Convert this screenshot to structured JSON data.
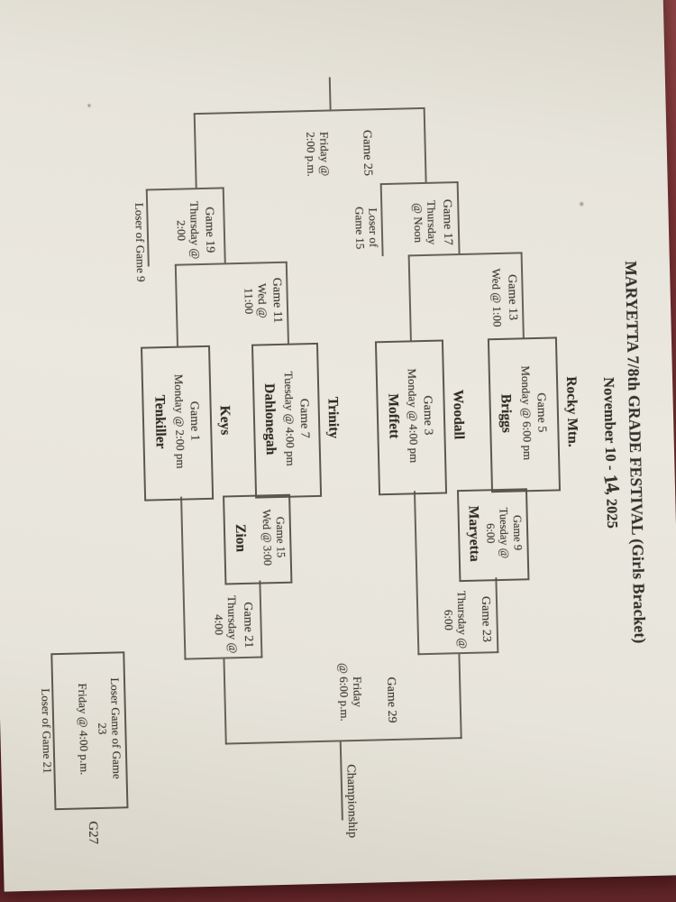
{
  "photo": {
    "background_color": "#7c3336",
    "paper_color": "#e9e6dd",
    "line_color": "#544f46"
  },
  "title": {
    "line1": "MARYETTA 7/8th GRADE FESTIVAL (Girls Bracket)",
    "date_prefix": "November 10 - ",
    "date_day_handwritten": "14",
    "date_suffix": ", 2025"
  },
  "first_round": [
    {
      "top_team": "Rocky Mtn.",
      "bottom_team": "Briggs",
      "game": "Game 5",
      "time": "Monday @ 6:00 pm"
    },
    {
      "top_team": "Woodall",
      "bottom_team": "Moffett",
      "game": "Game 3",
      "time": "Monday @ 4:00 pm"
    },
    {
      "top_team": "Trinity",
      "bottom_team": "Dahlonegah",
      "game": "Game 7",
      "time": "Tuesday @ 4:00 pm"
    },
    {
      "top_team": "Keys",
      "bottom_team": "Tenkiller",
      "game": "Game 1",
      "time": "Monday @ 2:00 pm"
    }
  ],
  "quarterfinals": [
    {
      "game": "Game 9",
      "time_line1": "Tuesday @",
      "time_line2": "6:00",
      "bye_team": "Maryetta"
    },
    {
      "game": "Game 15",
      "time": "Wed @ 3:00",
      "bye_team": "Zion"
    }
  ],
  "semifinals": [
    {
      "game": "Game 23",
      "time_line1": "Thursday @",
      "time_line2": "6:00"
    },
    {
      "game": "Game 21",
      "time_line1": "Thursday @",
      "time_line2": "4:00"
    }
  ],
  "championship": {
    "game": "Game 29",
    "time_line1": "Friday",
    "time_line2": "@ 6:00 p.m.",
    "label": "Championship"
  },
  "consolation": {
    "game13": {
      "game": "Game 13",
      "time": "Wed @ 1:00"
    },
    "game11": {
      "game": "Game 11",
      "time_line1": "Wed @",
      "time_line2": "11:00"
    },
    "game17": {
      "game": "Game 17",
      "time_line1": "Thursday",
      "time_line2": "@ Noon"
    },
    "game19": {
      "game": "Game 19",
      "time_line1": "Thursday @",
      "time_line2": "2:00"
    },
    "game25": {
      "game": "Game 25",
      "time_line1": "Friday @",
      "time_line2": "2:00 p.m."
    },
    "loser_of_15_line1": "Loser of",
    "loser_of_15_line2": "Game 15",
    "loser_of_9": "Loser of Game 9"
  },
  "third_place": {
    "box_line1": "Loser Game of Game",
    "box_line2": "23",
    "box_line3": "Friday @ 4:00 p.m.",
    "below_box": "Loser of Game 21",
    "game_code": "G27"
  }
}
